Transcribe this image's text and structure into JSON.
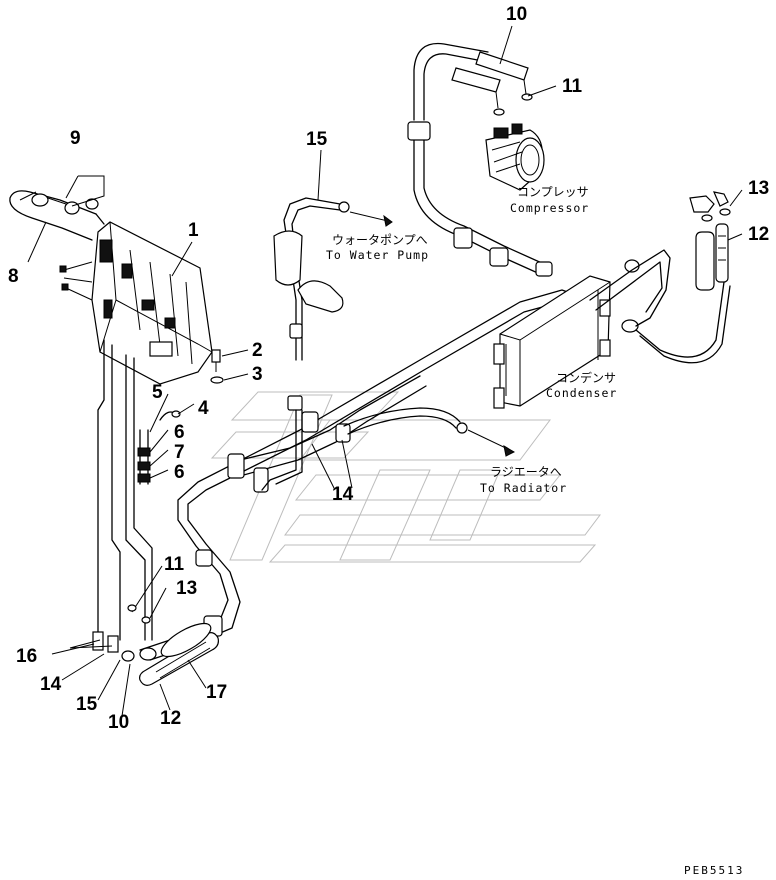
{
  "callouts": [
    {
      "id": "c10a",
      "label": "10"
    },
    {
      "id": "c11a",
      "label": "11"
    },
    {
      "id": "c9",
      "label": "9"
    },
    {
      "id": "c15a",
      "label": "15"
    },
    {
      "id": "c1",
      "label": "1"
    },
    {
      "id": "c13a",
      "label": "13"
    },
    {
      "id": "c12a",
      "label": "12"
    },
    {
      "id": "c8",
      "label": "8"
    },
    {
      "id": "c2",
      "label": "2"
    },
    {
      "id": "c3",
      "label": "3"
    },
    {
      "id": "c5",
      "label": "5"
    },
    {
      "id": "c4",
      "label": "4"
    },
    {
      "id": "c6a",
      "label": "6"
    },
    {
      "id": "c7",
      "label": "7"
    },
    {
      "id": "c6b",
      "label": "6"
    },
    {
      "id": "c14a",
      "label": "14"
    },
    {
      "id": "c11b",
      "label": "11"
    },
    {
      "id": "c13b",
      "label": "13"
    },
    {
      "id": "c16",
      "label": "16"
    },
    {
      "id": "c14b",
      "label": "14"
    },
    {
      "id": "c15b",
      "label": "15"
    },
    {
      "id": "c10b",
      "label": "10"
    },
    {
      "id": "c12b",
      "label": "12"
    },
    {
      "id": "c17",
      "label": "17"
    }
  ],
  "notes": {
    "compressor_jp": "コンプレッサ",
    "compressor_en": "Compressor",
    "water_pump_jp": "ウォータポンプへ",
    "water_pump_en": "To Water Pump",
    "condenser_jp": "コンデンサ",
    "condenser_en": "Condenser",
    "radiator_jp": "ラジエータへ",
    "radiator_en": "To Radiator"
  },
  "doc_id": "PEB5513"
}
